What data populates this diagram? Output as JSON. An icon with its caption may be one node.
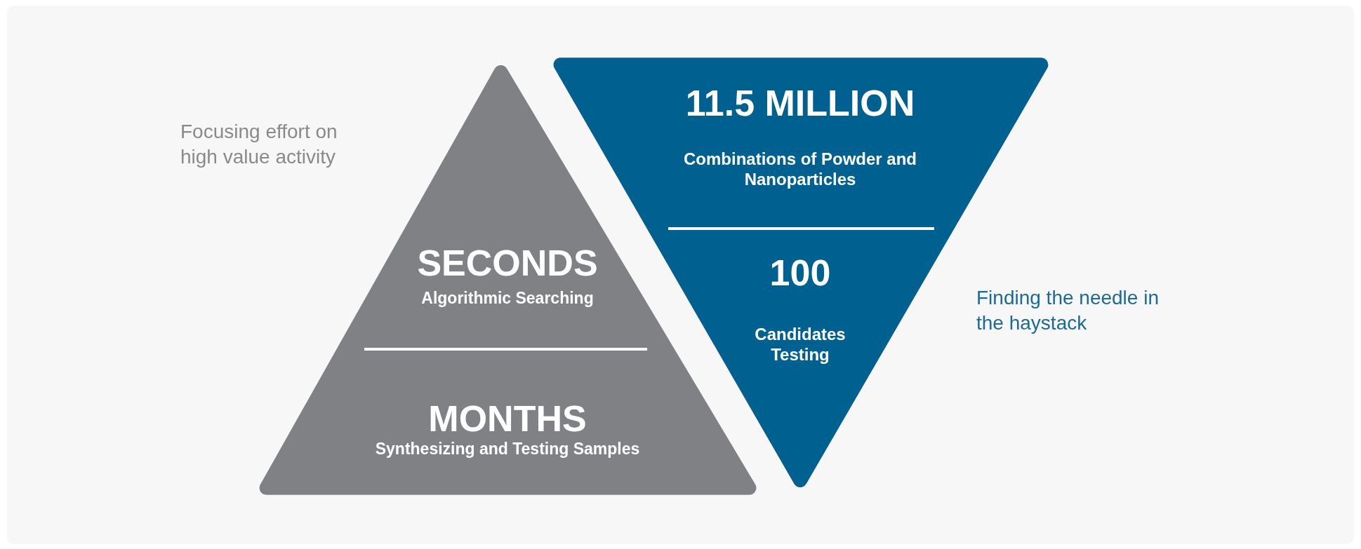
{
  "diagram": {
    "nodes": [
      {
        "text": [
          "SECONDS",
          "Algorithmic Searching",
          "MONTHS",
          "Synthesizing and Testing Samples"
        ]
      },
      {
        "text": [
          "11.5 MILLION",
          "Combinations of Powder and Nanoparticles",
          "100",
          "Candidates Testing"
        ]
      }
    ],
    "edges": [],
    "labels": [
      "Focusing effort on high value activity",
      "Finding the needle in the haystack"
    ]
  }
}
